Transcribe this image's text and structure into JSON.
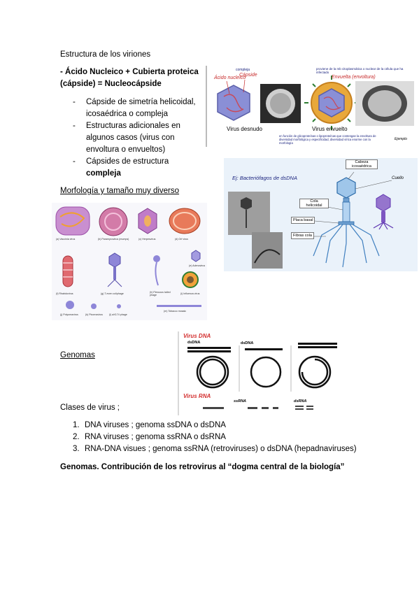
{
  "heading": "Estructura de los viriones",
  "nucleo_line1": "- Ácido Nucleico + Cubierta proteica",
  "nucleo_line2": "(cápside) = Nucleocápside",
  "bullets": {
    "b1_l1": "Cápside de simetría helicoidal,",
    "b1_l2": "icosaédrica o compleja",
    "b2_l1": "Estructuras adicionales en",
    "b2_l2": "algunos casos (virus con",
    "b2_l3": "envoltura o envueltos)",
    "b3_l1": "Cápsides de estructura",
    "b3_l2": "compleja"
  },
  "morfologia": "Morfología y tamaño muy diverso",
  "fig_virion": {
    "compleja": "compleja",
    "acido": "Ácido nucleico",
    "capside": "Cápside",
    "proviene": "proviene de la mb citoplasmática o nuclear de la célula que ha infectado",
    "envuelta": "Envuelta (envoltura)",
    "desnudo": "Virus desnudo",
    "envuelto": "Virus envuelto",
    "glico": "en función de glicoproteínas o lipoproteínas que contengan la envoltura de diversidad morfológica y especificidad, diversidad vírica enorme con la morfología",
    "ejemplo": "Ejemplo"
  },
  "fig_phage": {
    "title": "Ej: Bacteriófagos de dsDNA",
    "cabeza1": "Cabeza",
    "cabeza2": "icosaédrica",
    "cuello": "Cuello",
    "cola1": "Cola",
    "cola2": "helicoidal",
    "placa": "Placa basal",
    "fibras": "Fibras cola"
  },
  "fig_morph": {
    "a": "(a) Vaccinia virus",
    "b": "(b) Paramyxovirus (mumps)",
    "c": "(c) Herpesvirus",
    "d": "(d) Orf virus",
    "e": "(e) Adenovirus",
    "f": "(f) Rhabdovirus",
    "g": "(g) T-even coliphage",
    "h": "(h) Flexuous tailed phage",
    "i": "(i) Influenza virus",
    "j": "(j) Polyomavirus",
    "k": "(k) Picornavirus",
    "l": "(l) øX174 phage",
    "m": "(m) Tobacco mosaic"
  },
  "genomas": "Genomas",
  "fig_genome": {
    "virus_dna": "Virus DNA",
    "dsdna1": "dsDNA",
    "dsdna2": "dsDNA",
    "virus_rna": "Virus RNA",
    "ssrna": "ssRNA",
    "dsrna": "dsRNA"
  },
  "clases": "Clases de virus ;",
  "list": {
    "n1": "1.",
    "i1": "DNA viruses ; genoma ssDNA o dsDNA",
    "n2": "2.",
    "i2": "RNA viruses ; genoma ssRNA o dsRNA",
    "n3": "3.",
    "i3": "RNA-DNA visues ; genoma ssRNA (retroviruses) o dsDNA (hepadnaviruses)"
  },
  "final": "Genomas. Contribución de los retrovirus al “dogma central de la biología”"
}
